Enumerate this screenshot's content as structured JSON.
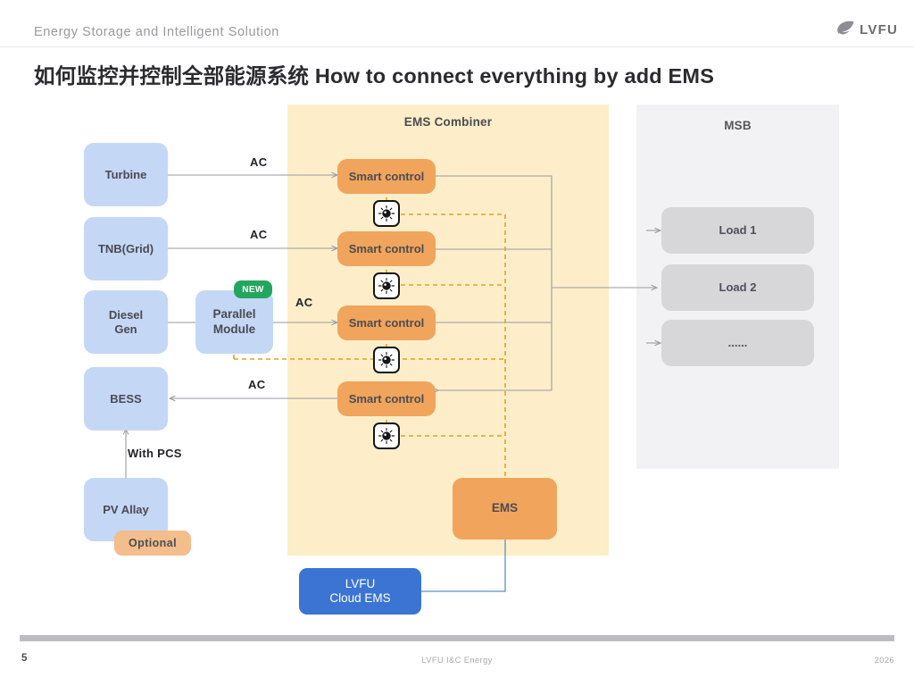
{
  "header": {
    "kicker": "Energy Storage and Intelligent Solution",
    "title_cn": "如何监控并控制全部能源系统",
    "title_en": "How to connect everything by add EMS",
    "logo_wordmark": "LVFU",
    "logo_icon": "leaf-swoosh-icon"
  },
  "panels": {
    "ems_combiner": {
      "title": "EMS Combiner",
      "color": "#fdeec9"
    },
    "msb": {
      "title": "MSB",
      "color": "#f2f2f4"
    }
  },
  "sources": [
    {
      "label": "Turbine",
      "edge_label": "AC"
    },
    {
      "label": "TNB(Grid)",
      "edge_label": "AC"
    },
    {
      "label": "Diesel\nGen",
      "edge_label": "AC"
    },
    {
      "label": "BESS",
      "edge_label": "AC"
    },
    {
      "label": "PV Allay",
      "edge_label": "With PCS"
    }
  ],
  "source_labels": {
    "turbine": "Turbine",
    "tnb_grid": "TNB(Grid)",
    "diesel_gen_line1": "Diesel",
    "diesel_gen_line2": "Gen",
    "bess": "BESS",
    "pv_allay": "PV Allay"
  },
  "parallel_module": {
    "line1": "Parallel",
    "line2": "Module",
    "badge": "NEW",
    "badge_color": "#23a65e"
  },
  "optional_badge": {
    "label": "Optional",
    "color": "#f3bd8c"
  },
  "edge_labels": {
    "ac1": "AC",
    "ac2": "AC",
    "ac3": "AC",
    "ac4": "AC",
    "with_pcs": "With PCS"
  },
  "smart_controls": [
    {
      "label": "Smart control"
    },
    {
      "label": "Smart control"
    },
    {
      "label": "Smart control"
    },
    {
      "label": "Smart control"
    }
  ],
  "dials": [
    {
      "icon": "dial-knob-icon"
    },
    {
      "icon": "dial-knob-icon"
    },
    {
      "icon": "dial-knob-icon"
    },
    {
      "icon": "dial-knob-icon"
    }
  ],
  "ems_box": {
    "label": "EMS"
  },
  "cloud_box": {
    "line1": "LVFU",
    "line2": "Cloud EMS",
    "color": "#3c74d4"
  },
  "loads": [
    {
      "label": "Load 1"
    },
    {
      "label": "Load 2"
    },
    {
      "label": "......"
    }
  ],
  "footer": {
    "page_number": "5",
    "center": "LVFU I&C Energy",
    "year": "2026"
  },
  "colors": {
    "blue_node": "#c4d7f5",
    "orange_node": "#f0a45c",
    "grey_node": "#d7d7da",
    "ems_panel": "#fdeec9",
    "msb_panel": "#f2f2f4",
    "dashed_signal": "#e8a020",
    "wire": "#9a9aa0",
    "cloud_blue": "#3c74d4",
    "new_green": "#23a65e"
  }
}
